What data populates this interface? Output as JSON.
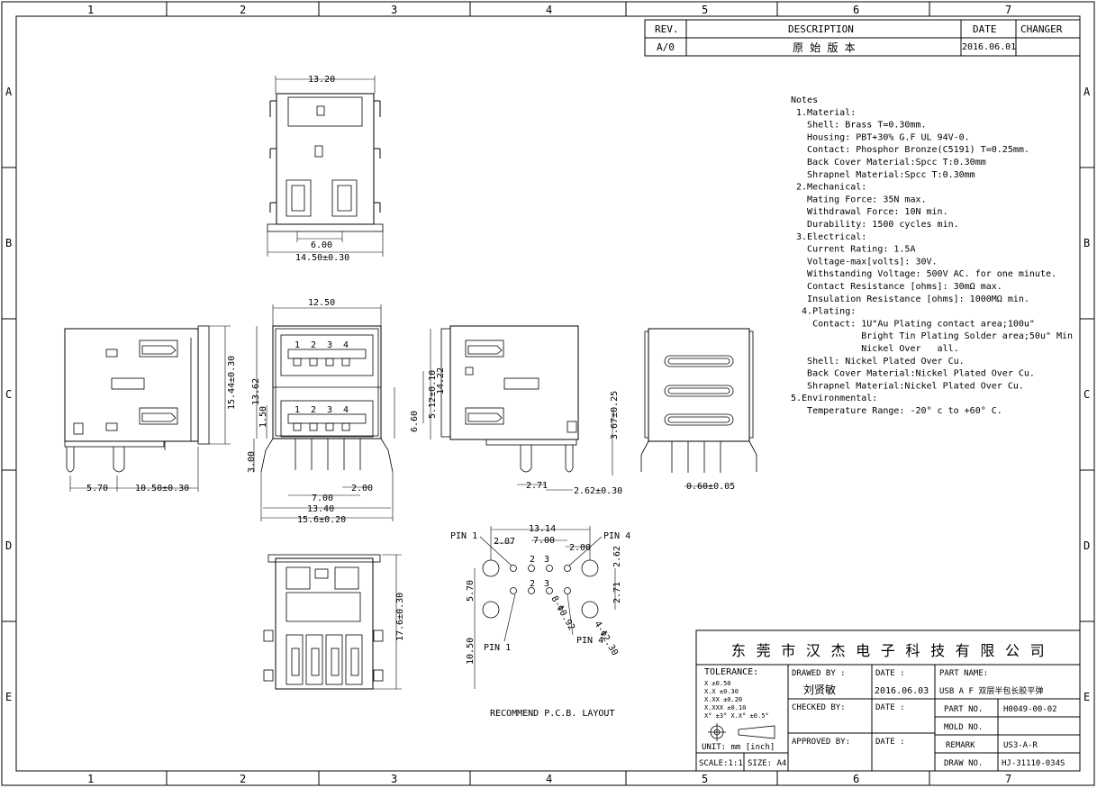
{
  "frame": {
    "cols": [
      "1",
      "2",
      "3",
      "4",
      "5",
      "6",
      "7"
    ],
    "rows": [
      "A",
      "B",
      "C",
      "D",
      "E"
    ]
  },
  "revision": {
    "headers": {
      "rev": "REV.",
      "desc": "DESCRIPTION",
      "date": "DATE",
      "changer": "CHANGER"
    },
    "row": {
      "rev": "A/0",
      "desc": "原 始 版 本",
      "date": "2016.06.01",
      "changer": ""
    }
  },
  "notes": [
    "Notes",
    " 1.Material:",
    "   Shell: Brass T=0.30mm.",
    "   Housing: PBT+30% G.F UL 94V-0.",
    "   Contact: Phosphor Bronze(C5191) T=0.25mm.",
    "   Back Cover Material:Spcc T:0.30mm",
    "   Shrapnel Material:Spcc T:0.30mm",
    " 2.Mechanical:",
    "   Mating Force: 35N max.",
    "   Withdrawal Force: 10N min.",
    "   Durability: 1500 cycles min.",
    " 3.Electrical:",
    "   Current Rating: 1.5A",
    "   Voltage-max[volts]: 30V.",
    "   Withstanding Voltage: 500V AC. for one minute.",
    "   Contact Resistance [ohms]: 30mΩ max.",
    "   Insulation Resistance [ohms]: 1000MΩ min.",
    "  4.Plating:",
    "    Contact: 1U\"Au Plating contact area;100u\"",
    "             Bright Tin Plating Solder area;50u\" Min",
    "             Nickel Over   all.",
    "   Shell: Nickel Plated Over Cu.",
    "   Back Cover Material:Nickel Plated Over Cu.",
    "   Shrapnel Material:Nickel Plated Over Cu.",
    "5.Environmental:",
    "   Temperature Range: -20° c to +60° C."
  ],
  "dims": {
    "top_width": "13.20",
    "top_pitch": "6.00",
    "top_total": "14.50±0.30",
    "side_height": "15.44±0.30",
    "side_left": "5.70",
    "side_right": "10.50±0.30",
    "front_top": "12.50",
    "front_h1": "13.62",
    "front_h2": "1.50",
    "front_h3": "3.00",
    "front_h4": "6.60",
    "front_h5": "5.12±0.10",
    "front_b1": "7.00",
    "front_b2": "2.00",
    "front_b3": "13.40",
    "front_b4": "15.6±0.20",
    "front_pins_top": [
      "1",
      "2",
      "3",
      "4"
    ],
    "front_pins_bot": [
      "1",
      "2",
      "3",
      "4"
    ],
    "rside_h": "14.22",
    "rside_h2": "3.67±0.25",
    "rside_b1": "2.71",
    "rside_b2": "2.62±0.30",
    "back_b": "0.60±0.05",
    "bottom_h": "17.6±0.30",
    "pcb_w": "13.14",
    "pcb_a": "2.07",
    "pcb_b": "7.00",
    "pcb_c": "2.00",
    "pcb_v1": "2.62",
    "pcb_v2": "2.71",
    "pcb_v3": "5.70",
    "pcb_v4": "10.50",
    "pcb_d1": "8-Φ0.92",
    "pcb_d2": "4-Φ2.30",
    "pcb_pin1a": "PIN 1",
    "pcb_pin4a": "PIN 4",
    "pcb_pin1b": "PIN 1",
    "pcb_pin4b": "PIN 4",
    "pcb_nums": [
      "1",
      "2",
      "3",
      "4"
    ],
    "pcb_title": "RECOMMEND P.C.B. LAYOUT"
  },
  "title_block": {
    "company": "东 莞 市 汉 杰 电 子 科 技 有 限 公 司",
    "tolerance_label": "TOLERANCE:",
    "tolerances": [
      "X    ±0.50",
      "X.X  ±0.30",
      "X.XX ±0.20",
      "X.XXX ±0.10",
      "X° ±3°   X.X° ±0.5°"
    ],
    "unit": "UNIT: mm [inch]",
    "scale": "SCALE:1:1",
    "size": "SIZE: A4",
    "drawn_by_label": "DRAWED BY :",
    "drawn_by": "刘贤敏",
    "checked_by_label": "CHECKED BY:",
    "approved_by_label": "APPROVED BY:",
    "date_label": "DATE :",
    "drawn_date": "2016.06.03",
    "part_name_label": "PART NAME:",
    "part_name": "USB A F 双层半包长胶平弹",
    "part_no_label": "PART NO.",
    "part_no": "H0049-00-02",
    "mold_no_label": "MOLD NO.",
    "mold_no": "",
    "remark_label": "REMARK",
    "remark": "US3-A-R",
    "draw_no_label": "DRAW NO.",
    "draw_no": "HJ-31110-034S"
  }
}
